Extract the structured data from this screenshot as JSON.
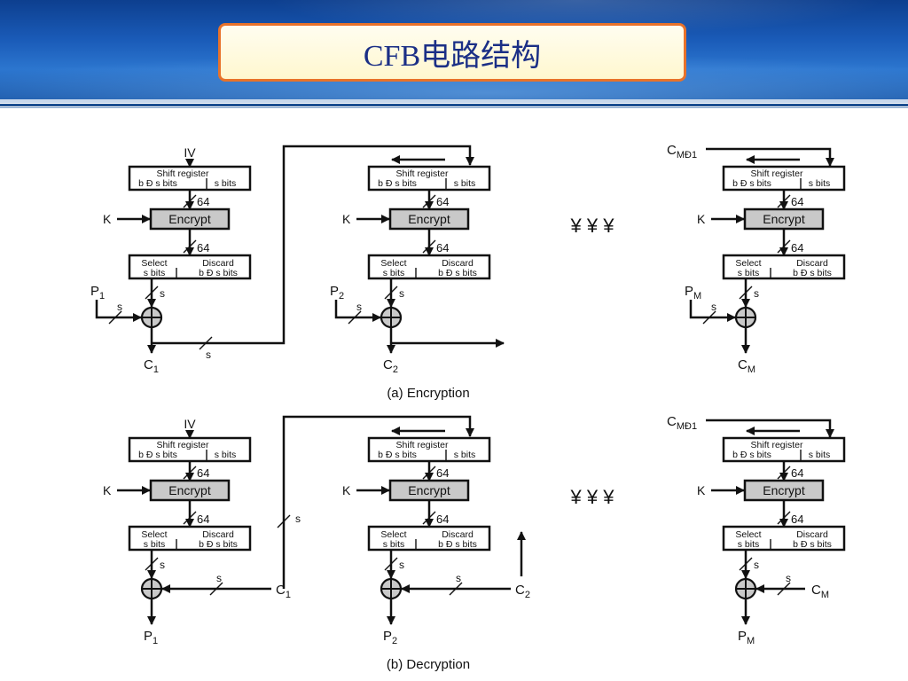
{
  "slide": {
    "title": "CFB电路结构"
  },
  "labels": {
    "iv": "IV",
    "key": "K",
    "shift_register": "Shift register",
    "shift_left": "b Ð s bits",
    "shift_right": "s bits",
    "width": "64",
    "encrypt": "Encrypt",
    "select": "Select",
    "select_bits": "s bits",
    "discard": "Discard",
    "discard_bits": "b Ð s bits",
    "s": "s",
    "ellipsis": "¥  ¥  ¥",
    "cm1_main": "C",
    "cm1_sub": "MÐ1"
  },
  "captions": {
    "encryption": "(a) Encryption",
    "decryption": "(b) Decryption"
  },
  "encryption": {
    "stages": [
      {
        "input_main": "P",
        "input_sub": "1",
        "output_main": "C",
        "output_sub": "1"
      },
      {
        "input_main": "P",
        "input_sub": "2",
        "output_main": "C",
        "output_sub": "2"
      },
      {
        "input_main": "P",
        "input_sub": "M",
        "output_main": "C",
        "output_sub": "M"
      }
    ]
  },
  "decryption": {
    "stages": [
      {
        "input_main": "C",
        "input_sub": "1",
        "output_main": "P",
        "output_sub": "1"
      },
      {
        "input_main": "C",
        "input_sub": "2",
        "output_main": "P",
        "output_sub": "2"
      },
      {
        "input_main": "C",
        "input_sub": "M",
        "output_main": "P",
        "output_sub": "M"
      }
    ]
  }
}
